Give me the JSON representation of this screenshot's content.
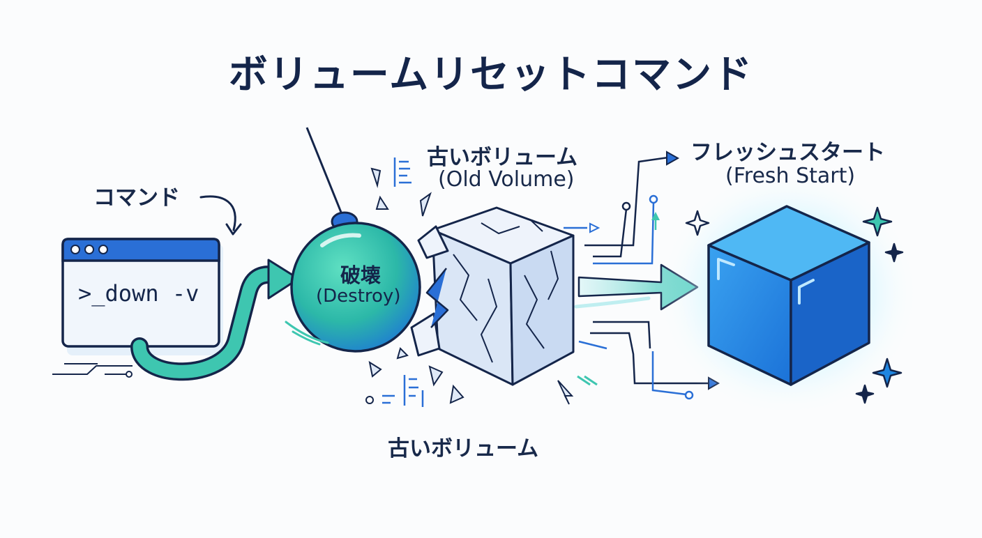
{
  "title": "ボリュームリセットコマンド",
  "labels": {
    "command": "コマンド",
    "old_volume_ja": "古いボリューム",
    "old_volume_en": "(Old Volume)",
    "fresh_start_ja": "フレッシュスタート",
    "fresh_start_en": "(Fresh Start)",
    "old_volume_bottom": "古いボリューム"
  },
  "terminal": {
    "command": ">_down -v"
  },
  "wrecking_ball": {
    "label_ja": "破壊",
    "label_en": "(Destroy)"
  },
  "colors": {
    "navy": "#14254a",
    "blue": "#2a6fd6",
    "teal": "#37c5a8",
    "cube_blue": "#1f86e0",
    "ice": "#e6eef9"
  },
  "icons": [
    "terminal-window-icon",
    "wrecking-ball-icon",
    "cracked-cube-icon",
    "fresh-cube-icon",
    "sparkle-icon",
    "arrow-icon"
  ]
}
